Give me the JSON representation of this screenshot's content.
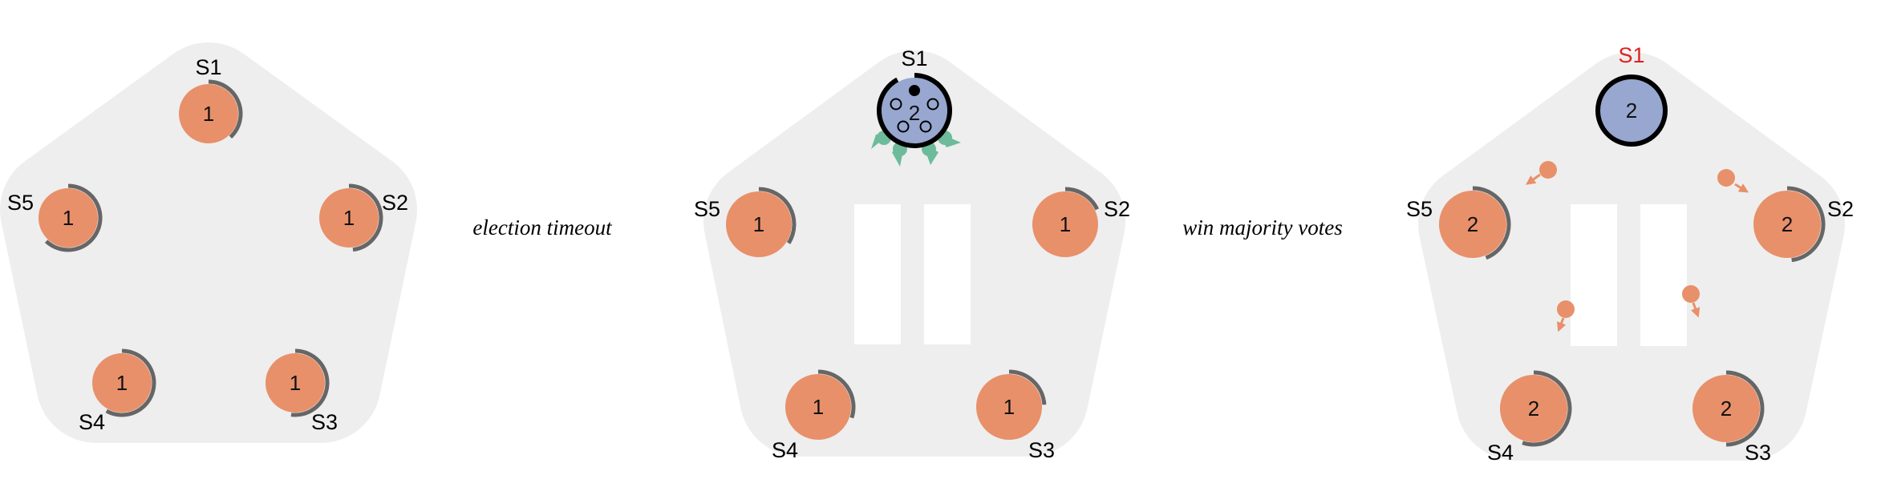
{
  "colors": {
    "follower": "#E8906A",
    "candidate": "#97A7CF",
    "leader": "#97A7CF",
    "cluster_bg": "#EEEEEE",
    "timer_arc": "#666666",
    "leader_label": "#E02020",
    "vote_request": "#6DBB9A"
  },
  "transitions": [
    "election timeout",
    "win majority votes"
  ],
  "panels": [
    {
      "stage": "initial",
      "servers": [
        {
          "id": "S1",
          "term": "1",
          "role": "follower",
          "timer": 0.38
        },
        {
          "id": "S2",
          "term": "1",
          "role": "follower",
          "timer": 0.48
        },
        {
          "id": "S3",
          "term": "1",
          "role": "follower",
          "timer": 0.52
        },
        {
          "id": "S4",
          "term": "1",
          "role": "follower",
          "timer": 0.58
        },
        {
          "id": "S5",
          "term": "1",
          "role": "follower",
          "timer": 0.62
        }
      ]
    },
    {
      "stage": "candidate-election",
      "paused": true,
      "servers": [
        {
          "id": "S1",
          "term": "2",
          "role": "candidate",
          "timer": 0.92,
          "votes": [
            "voted",
            "empty",
            "empty",
            "empty",
            "empty"
          ]
        },
        {
          "id": "S2",
          "term": "1",
          "role": "follower",
          "timer": 0.18
        },
        {
          "id": "S3",
          "term": "1",
          "role": "follower",
          "timer": 0.24
        },
        {
          "id": "S4",
          "term": "1",
          "role": "follower",
          "timer": 0.3
        },
        {
          "id": "S5",
          "term": "1",
          "role": "follower",
          "timer": 0.34
        }
      ]
    },
    {
      "stage": "leader-elected",
      "paused": true,
      "servers": [
        {
          "id": "S1",
          "term": "2",
          "role": "leader",
          "timer": 1.0
        },
        {
          "id": "S2",
          "term": "2",
          "role": "follower",
          "timer": 0.48
        },
        {
          "id": "S3",
          "term": "2",
          "role": "follower",
          "timer": 0.5
        },
        {
          "id": "S4",
          "term": "2",
          "role": "follower",
          "timer": 0.55
        },
        {
          "id": "S5",
          "term": "2",
          "role": "follower",
          "timer": 0.44
        }
      ]
    }
  ]
}
